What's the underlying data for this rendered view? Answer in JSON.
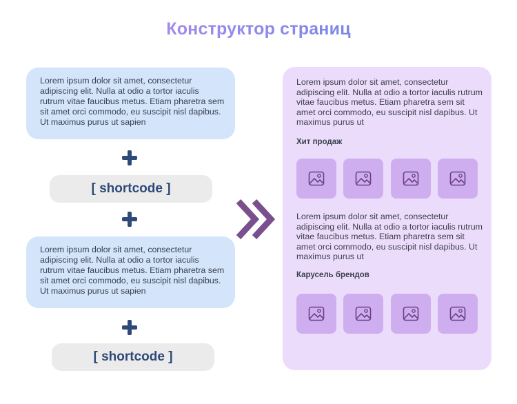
{
  "title": "Конструктор страниц",
  "left_column": {
    "text_block_1": "Lorem ipsum dolor sit amet, consectetur adipiscing elit. Nulla at odio a tortor iaculis rutrum vitae faucibus metus. Etiam pharetra sem sit amet orci commodo, eu suscipit nisl dapibus. Ut maximus purus ut sapien",
    "shortcode_1": "[ shortcode ]",
    "text_block_2": "Lorem ipsum dolor sit amet, consectetur adipiscing elit. Nulla at odio a tortor iaculis rutrum vitae faucibus metus. Etiam pharetra sem sit amet orci commodo, eu suscipit nisl dapibus. Ut maximus purus ut sapien",
    "shortcode_2": "[ shortcode ]"
  },
  "result_panel": {
    "text_1": "Lorem ipsum dolor sit amet, consectetur adipiscing elit. Nulla at odio a tortor iaculis rutrum vitae faucibus metus. Etiam pharetra sem sit amet orci commodo, eu suscipit nisl dapibus. Ut maximus purus ut",
    "section_1_label": "Хит продаж",
    "text_2": "Lorem ipsum dolor sit amet, consectetur adipiscing elit. Nulla at odio a tortor iaculis rutrum vitae faucibus metus. Etiam pharetra sem sit amet orci commodo, eu suscipit nisl dapibus. Ut maximus purus ut",
    "section_2_label": "Карусель брендов"
  },
  "icons": {
    "plus": "plus-icon",
    "arrow": "double-chevron-right-icon",
    "tile": "image-placeholder-icon"
  },
  "colors": {
    "title_gradient": [
      "#c58bf0",
      "#5a7fd6"
    ],
    "text_block_bg": "#d3e4fb",
    "shortcode_bg": "#ebebeb",
    "accent_navy": "#2f4a78",
    "arrow": "#7a4f8e",
    "panel_bg": "#ecdcfc",
    "tile_bg": "#cfaef0",
    "tile_icon": "#6b3f86"
  }
}
